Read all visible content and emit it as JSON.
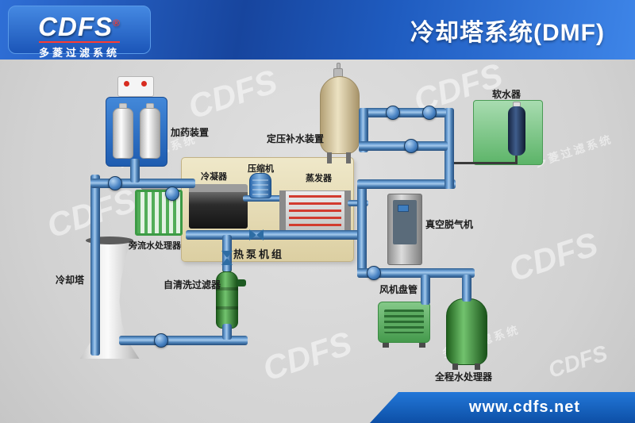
{
  "header": {
    "logo": {
      "brand": "CDFS",
      "registered_mark": "®",
      "subtitle": "多菱过滤系统"
    },
    "title": "冷却塔系统(DMF)"
  },
  "diagram": {
    "components": {
      "dosing_device": "加药装置",
      "pressure_makeup_water_device": "定压补水装置",
      "water_softener": "软水器",
      "condenser": "冷凝器",
      "compressor": "压缩机",
      "evaporator": "蒸发器",
      "heat_pump_unit": "热泵机组",
      "sidestream_water_processor": "旁流水处理器",
      "vacuum_degasser": "真空脱气机",
      "cooling_tower": "冷却塔",
      "self_cleaning_filter": "自清洗过滤器",
      "fan_coil_unit": "风机盘管",
      "full_range_water_processor": "全程水处理器"
    },
    "colors": {
      "pipe_blue": "#4a7fb5",
      "header_blue": "#1b5cc0",
      "ribbon_blue": "#0d4fa6",
      "equipment_green": "#4caf50",
      "heat_pump_panel": "#e8dfbb",
      "accent_red": "#ff3b30"
    }
  },
  "watermark": {
    "brand": "CDFS",
    "subtitle": "多菱过滤系统"
  },
  "footer": {
    "url": "www.cdfs.net"
  }
}
